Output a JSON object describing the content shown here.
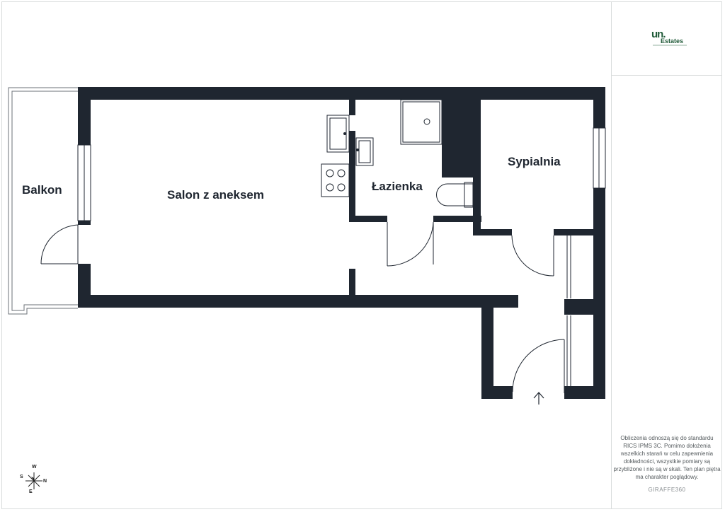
{
  "branding": {
    "logo_mark": "un.",
    "logo_word": "Estates",
    "footer_brand": "GIRAFFE360"
  },
  "disclaimer": "Obliczenia odnoszą się do standardu RICS IPMS 3C. Pomimo dołożenia wszelkich starań w celu zapewnienia dokładności, wszystkie pomiary są przybliżone i nie są w skali. Ten plan piętra ma charakter poglądowy.",
  "rooms": {
    "balcony": "Balkon",
    "living": "Salon z aneksem",
    "bathroom": "Łazienka",
    "bedroom": "Sypialnia"
  },
  "compass": {
    "n": "N",
    "s": "S",
    "e": "E",
    "w": "W"
  },
  "colors": {
    "wall": "#1f2630",
    "brand_green": "#1f5a38"
  }
}
